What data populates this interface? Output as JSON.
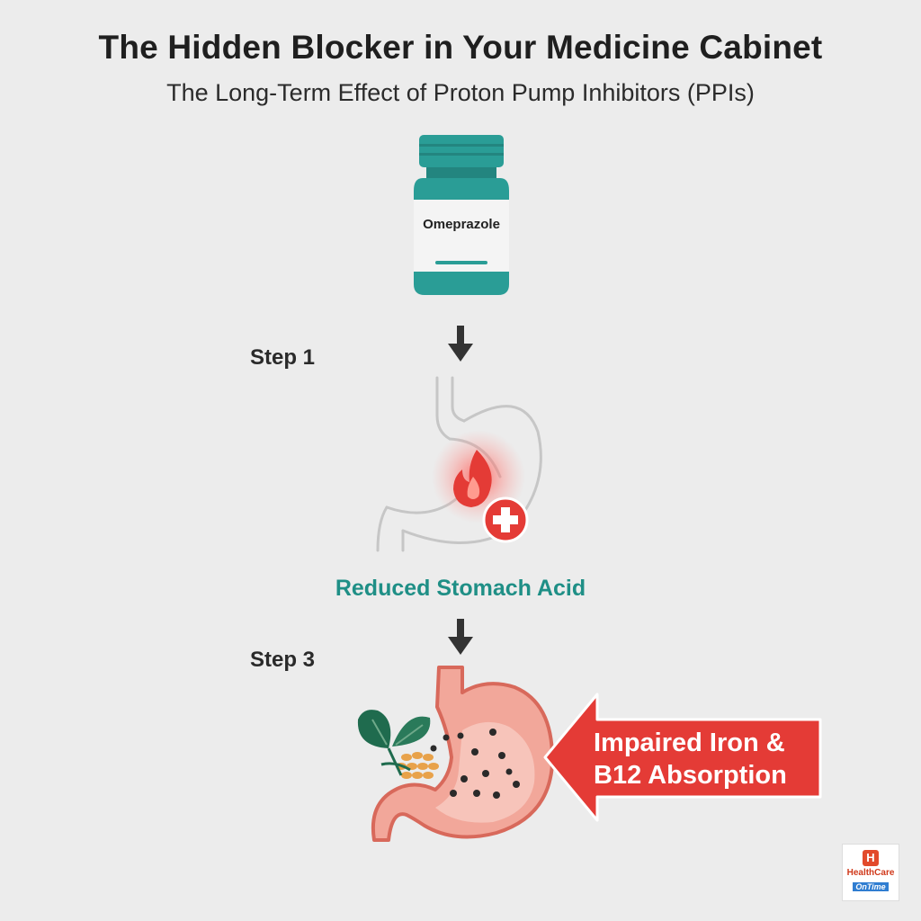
{
  "header": {
    "title": "The Hidden Blocker in Your Medicine Cabinet",
    "subtitle": "The Long-Term Effect of Proton Pump Inhibitors (PPIs)"
  },
  "bottle": {
    "label": "Omeprazole"
  },
  "steps": [
    {
      "label": "Step 1"
    },
    {
      "label": "Step 3"
    }
  ],
  "caption": "Reduced Stomach Acid",
  "callout": {
    "line1": "Impaired Iron &",
    "line2": "B12 Absorption"
  },
  "logo": {
    "mark": "H",
    "line1": "HealthCare",
    "line2": "OnTime"
  },
  "colors": {
    "teal": "#2a9d96",
    "teal_dark": "#1f8f86",
    "red": "#e43b36",
    "stomach_pink": "#f2a79a",
    "leaf_green": "#1f6b4e"
  },
  "icons": [
    "pill-bottle-icon",
    "down-arrow-icon",
    "stomach-outline-icon",
    "flame-icon",
    "medical-cross-icon",
    "stomach-icon",
    "leaf-icon",
    "left-arrow-icon"
  ]
}
